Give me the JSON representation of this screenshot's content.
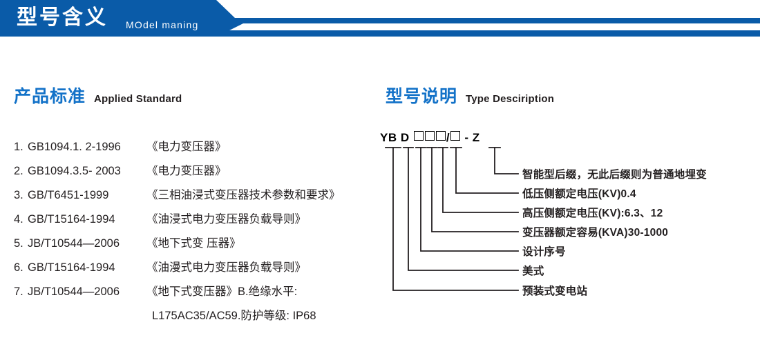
{
  "banner": {
    "title": "型号含义",
    "subtitle": "MOdel maning",
    "color": "#0a5ba8"
  },
  "sections": {
    "standards": {
      "cn": "产品标准",
      "en": "Applied Standard"
    },
    "type_description": {
      "cn": "型号说明",
      "en": "Type Desciription"
    }
  },
  "standards_list": [
    {
      "index": "1.",
      "code": "GB1094.1. 2-1996",
      "name": "《电力变压器》"
    },
    {
      "index": "2.",
      "code": "GB1094.3.5- 2003",
      "name": "《电力变压器》"
    },
    {
      "index": "3.",
      "code": "GB/T6451-1999",
      "name": "《三相油浸式变压器技术参数和要求》"
    },
    {
      "index": "4.",
      "code": "GB/T15164-1994",
      "name": "《油浸式电力变压器负载导则》"
    },
    {
      "index": "5.",
      "code": "JB/T10544—2006",
      "name": "《地下式变 压器》"
    },
    {
      "index": "6.",
      "code": "GB/T15164-1994",
      "name": "《油漫式电力变压器负载导则》"
    },
    {
      "index": "7.",
      "code": "JB/T10544—2006",
      "name": "《地下式变压器》B.绝缘水平:"
    }
  ],
  "standards_continuation": "L175AC35/AC59.防护等级: IP68",
  "type_code": {
    "segments": [
      {
        "kind": "text",
        "text": "YB"
      },
      {
        "kind": "space"
      },
      {
        "kind": "text",
        "text": "D"
      },
      {
        "kind": "space"
      },
      {
        "kind": "box"
      },
      {
        "kind": "box"
      },
      {
        "kind": "box"
      },
      {
        "kind": "text",
        "text": "/"
      },
      {
        "kind": "box"
      },
      {
        "kind": "space"
      },
      {
        "kind": "text",
        "text": "-"
      },
      {
        "kind": "space"
      },
      {
        "kind": "text",
        "text": "Z"
      }
    ],
    "display": "YB D □□□/□ - Z"
  },
  "callouts": [
    {
      "label": "智能型后缀，无此后缀则为普通地埋变"
    },
    {
      "label": "低压侧额定电压(KV)0.4"
    },
    {
      "label": "高压侧额定电压(KV):6.3、12"
    },
    {
      "label": "变压器额定容易(KVA)30-1000"
    },
    {
      "label": "设计序号"
    },
    {
      "label": "美式"
    },
    {
      "label": "预装式变电站"
    }
  ]
}
